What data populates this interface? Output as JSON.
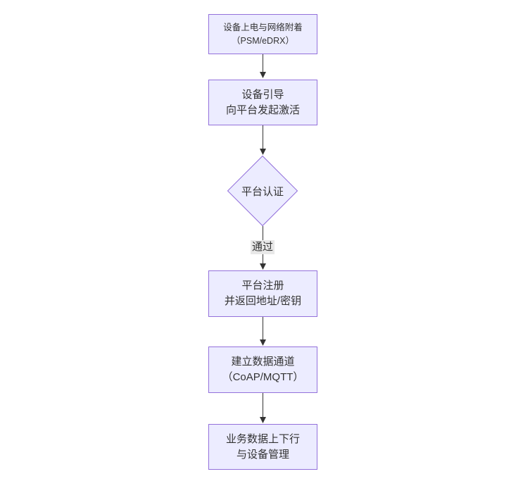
{
  "diagram": {
    "type": "flowchart",
    "direction": "top-to-bottom",
    "colors": {
      "node_fill": "#ECECFF",
      "node_border": "#9370DB",
      "edge_stroke": "#333333",
      "text": "#333333",
      "edge_label_bg": "#e8e8e8",
      "background": "#ffffff"
    },
    "nodes": [
      {
        "id": "A",
        "shape": "rect",
        "line1": "设备上电与网络附着",
        "line2": "（PSM/eDRX）"
      },
      {
        "id": "B",
        "shape": "rect",
        "line1": "设备引导",
        "line2": "向平台发起激活"
      },
      {
        "id": "C",
        "shape": "diamond",
        "line1": "平台认证",
        "line2": ""
      },
      {
        "id": "D",
        "shape": "rect",
        "line1": "平台注册",
        "line2": "并返回地址/密钥"
      },
      {
        "id": "E",
        "shape": "rect",
        "line1": "建立数据通道",
        "line2": "（CoAP/MQTT）"
      },
      {
        "id": "F",
        "shape": "rect",
        "line1": "业务数据上下行",
        "line2": "与设备管理"
      }
    ],
    "edges": [
      {
        "from": "A",
        "to": "B",
        "label": ""
      },
      {
        "from": "B",
        "to": "C",
        "label": ""
      },
      {
        "from": "C",
        "to": "D",
        "label": "通过"
      },
      {
        "from": "D",
        "to": "E",
        "label": ""
      },
      {
        "from": "E",
        "to": "F",
        "label": ""
      }
    ]
  }
}
